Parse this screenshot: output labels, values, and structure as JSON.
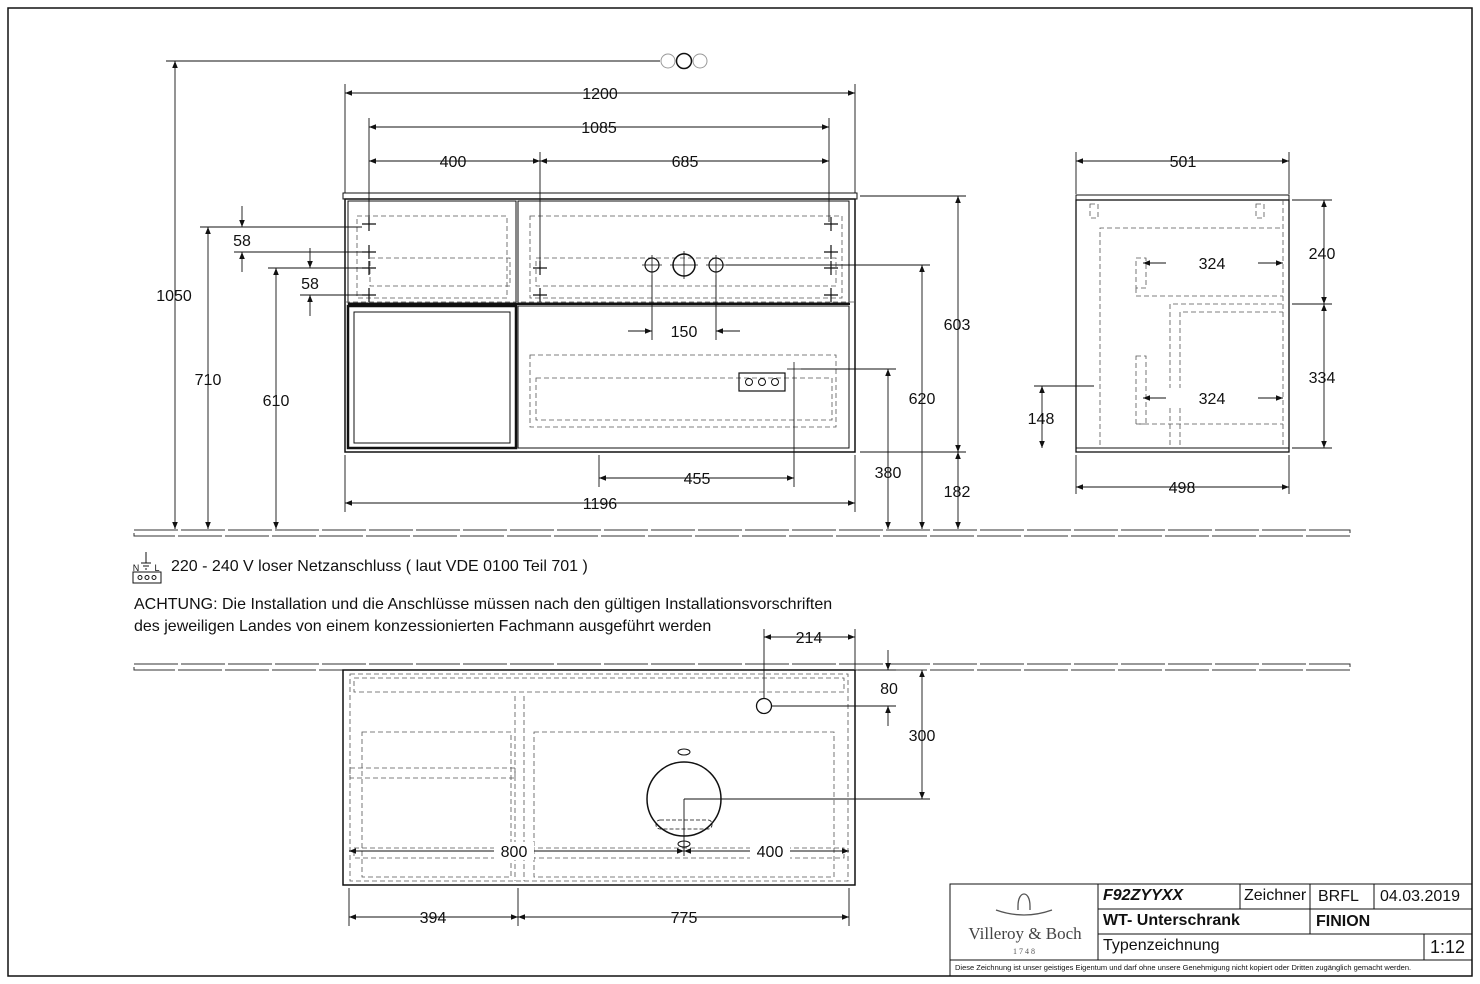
{
  "dims": {
    "w1200": "1200",
    "w1085": "1085",
    "w400": "400",
    "w685": "685",
    "h58a": "58",
    "h58b": "58",
    "h1050": "1050",
    "h710": "710",
    "h610": "610",
    "w150": "150",
    "h603": "603",
    "h620": "620",
    "h380": "380",
    "h182": "182",
    "w455": "455",
    "w1196": "1196",
    "w501": "501",
    "h240": "240",
    "w324a": "324",
    "h334": "334",
    "h148": "148",
    "w324b": "324",
    "w498": "498",
    "w214": "214",
    "h80": "80",
    "h300": "300",
    "w800": "800",
    "w400b": "400",
    "w394": "394",
    "w775": "775"
  },
  "notes": {
    "power_symbol_n": "N",
    "power_symbol_l": "L",
    "power": "220 - 240 V loser Netzanschluss ( laut VDE 0100 Teil 701 )",
    "warning_line1": "ACHTUNG: Die Installation und die Anschlüsse müssen nach den gültigen Installationsvorschriften",
    "warning_line2": "des jeweiligen Landes von einem konzessionierten Fachmann ausgeführt werden"
  },
  "title_block": {
    "brand": "Villeroy & Boch",
    "brand_year": "1748",
    "article_no": "F92ZYYXX",
    "drawer_label": "Zeichner",
    "drawer": "BRFL",
    "date": "04.03.2019",
    "description": "WT- Unterschrank",
    "series": "FINION",
    "drawing_type": "Typenzeichnung",
    "scale": "1:12",
    "copyright": "Diese Zeichnung ist unser geistiges Eigentum und darf ohne unsere Genehmigung nicht kopiert oder Dritten zugänglich gemacht werden."
  }
}
